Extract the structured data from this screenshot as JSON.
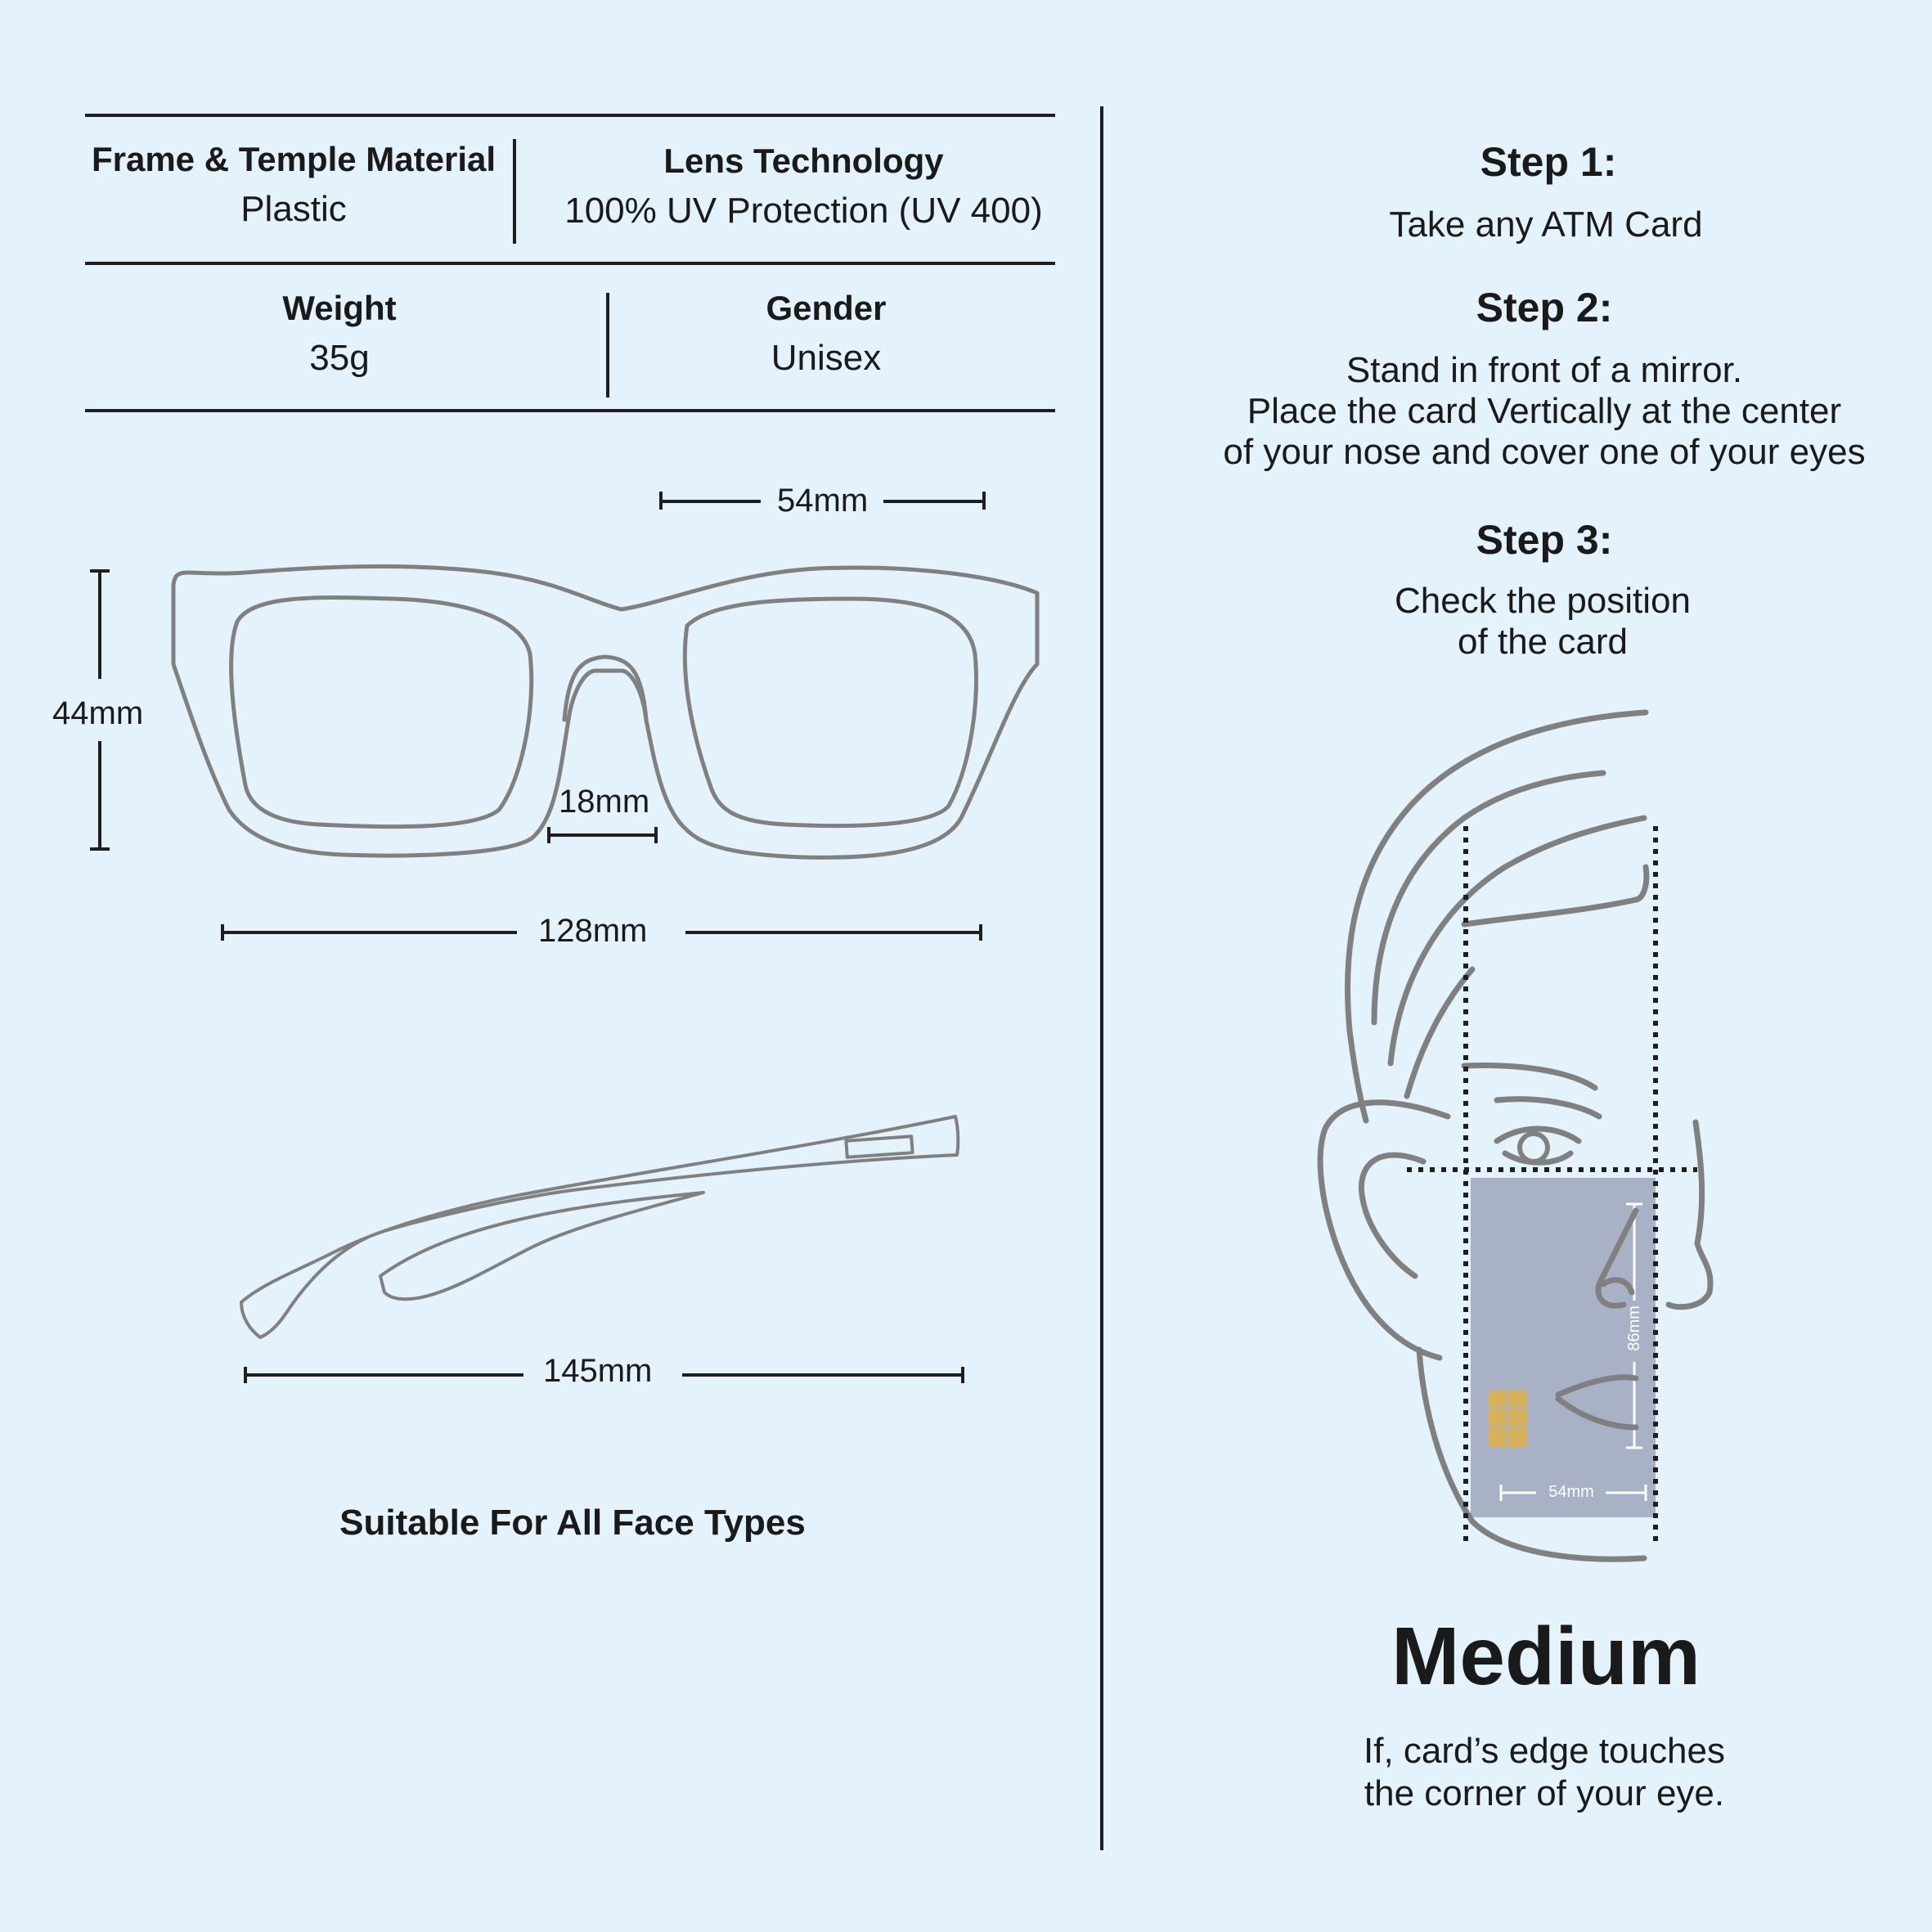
{
  "specs": {
    "frame_material": {
      "label": "Frame & Temple Material",
      "value": "Plastic"
    },
    "lens_technology": {
      "label": "Lens Technology",
      "value": "100% UV Protection (UV 400)"
    },
    "weight": {
      "label": "Weight",
      "value": "35g"
    },
    "gender": {
      "label": "Gender",
      "value": "Unisex"
    }
  },
  "measurements": {
    "lens_width": "54mm",
    "lens_height": "44mm",
    "bridge": "18mm",
    "frame_width": "128mm",
    "temple_length": "145mm"
  },
  "face_types": "Suitable For All Face Types",
  "steps": [
    {
      "title": "Step 1:",
      "lines": [
        "Take any ATM Card"
      ]
    },
    {
      "title": "Step 2:",
      "lines": [
        "Stand in front of a mirror.",
        "Place the card Vertically at the center",
        "of your nose and cover one of your eyes"
      ]
    },
    {
      "title": "Step 3:",
      "lines": [
        "Check the position",
        "of the card"
      ]
    }
  ],
  "card": {
    "height_label": "86mm",
    "width_label": "54mm"
  },
  "result": {
    "size": "Medium",
    "lines": [
      "If, card’s edge touches",
      "the corner of your eye."
    ]
  },
  "colors": {
    "background": "#e4f2fb",
    "line": "#1f1f1f",
    "outline": "#808080",
    "card": "#a9b1c6",
    "chip": "#d4b15a"
  }
}
